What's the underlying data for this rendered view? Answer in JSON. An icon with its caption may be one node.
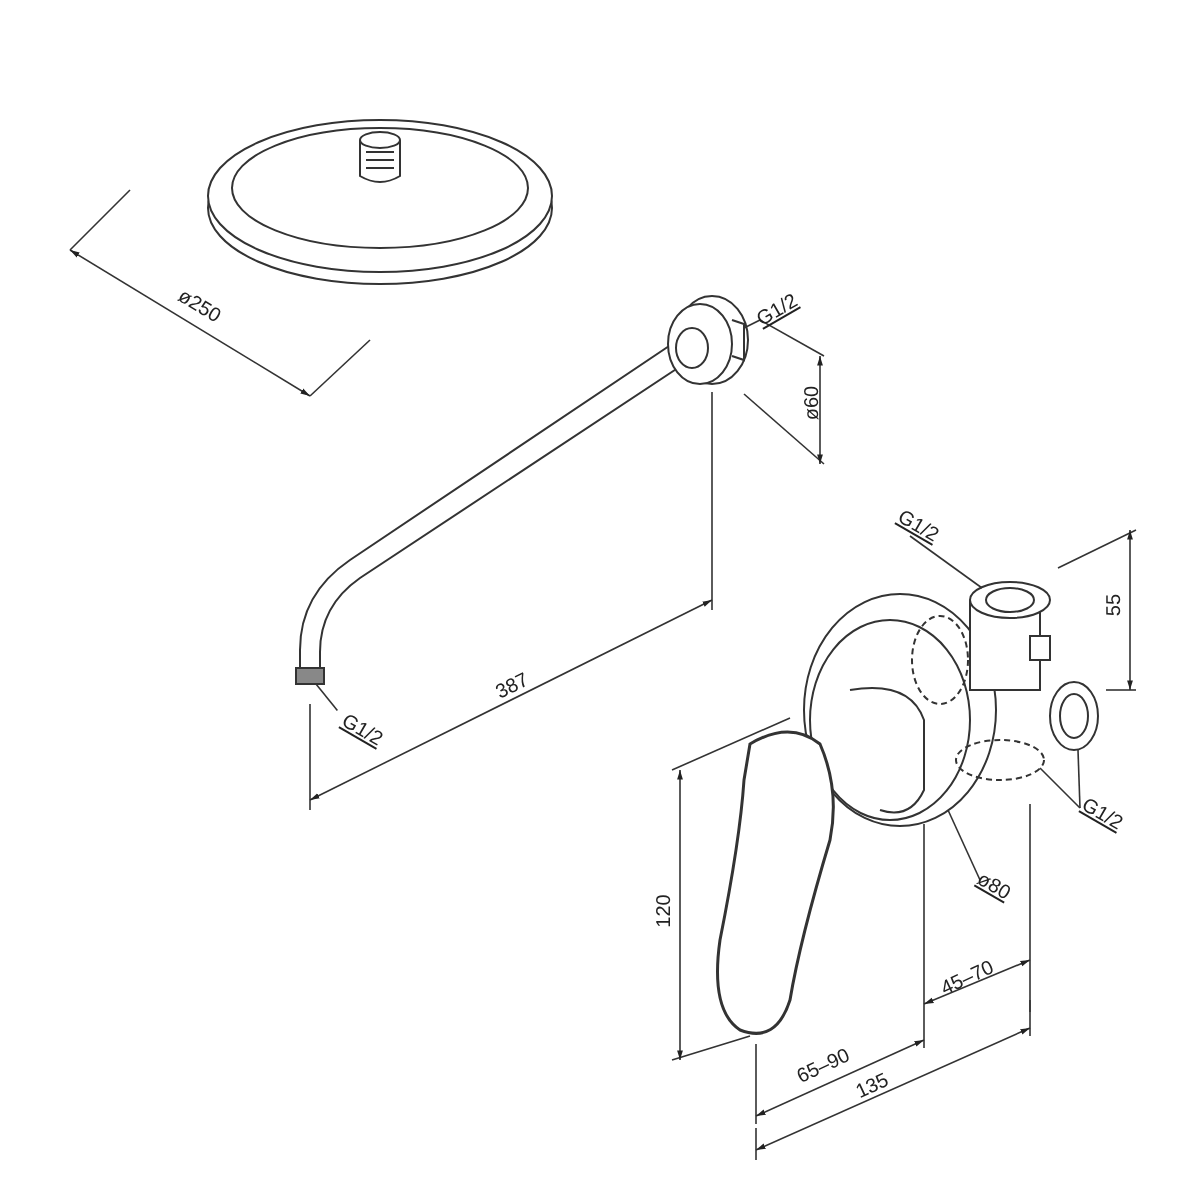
{
  "diagram": {
    "nodes": [
      {
        "text": [
          "G1/2"
        ]
      },
      {
        "text": [
          "G1/2"
        ]
      },
      {
        "text": [
          "G1/2"
        ]
      },
      {
        "text": [
          "G1/2"
        ]
      },
      {
        "text": [
          "ø80"
        ]
      },
      {
        "text": [],
        "shape": "picture"
      },
      {
        "text": [],
        "shape": "box"
      },
      {
        "text": [],
        "shape": "picture"
      },
      {
        "text": [],
        "shape": "picture"
      },
      {
        "text": [],
        "shape": "circle"
      },
      {
        "text": [],
        "shape": "picture"
      }
    ],
    "edges": [
      {
        "from": 0,
        "to": 5,
        "arrow": "none"
      },
      {
        "from": 1,
        "to": 6,
        "arrow": "none"
      },
      {
        "from": 2,
        "to": 7,
        "arrow": "none"
      },
      {
        "from": 3,
        "to": 8,
        "arrow": "none"
      },
      {
        "from": 3,
        "to": 9,
        "arrow": "none"
      },
      {
        "from": 4,
        "to": 10,
        "arrow": "none"
      }
    ],
    "labels": [
      "ø250",
      "ø60",
      "387",
      "55",
      "120",
      "65–90",
      "45–70",
      "135"
    ]
  }
}
